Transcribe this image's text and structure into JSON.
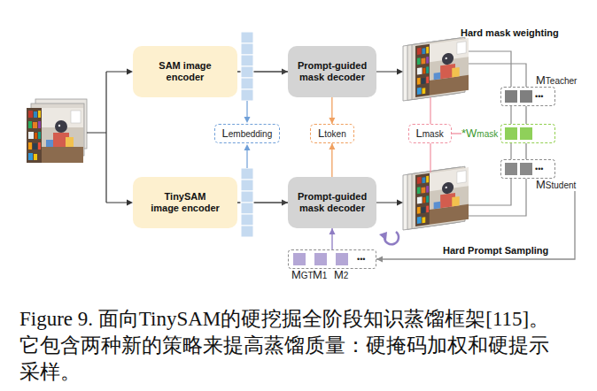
{
  "diagram": {
    "caption": "Figure 9. 面向TinySAM的硬挖掘全阶段知识蒸馏框架[115]。它包含两种新的策略来提高蒸馏质量：硬掩码加权和硬提示采样。",
    "nodes": [
      {
        "text": [
          "SAM image encoder"
        ]
      },
      {
        "text": [
          "Prompt-guided mask decoder"
        ]
      },
      {
        "text": [
          "MTeacher",
          "•••"
        ]
      },
      {
        "text": [
          "Lembedding"
        ]
      },
      {
        "text": [
          "Ltoken"
        ]
      },
      {
        "text": [
          "Lmask"
        ]
      },
      {
        "text": [
          "*Wmask"
        ]
      },
      {
        "text": [
          "TinySAM image encoder"
        ]
      },
      {
        "text": [
          "Prompt-guided mask decoder"
        ]
      },
      {
        "text": [
          "•••",
          "MStudent"
        ]
      },
      {
        "text": [
          "MGT",
          "M1",
          "M2",
          "•••"
        ]
      }
    ],
    "edges": [
      {
        "from": 0,
        "to": 1,
        "arrow": "to"
      },
      {
        "from": 7,
        "to": 8,
        "arrow": "to"
      },
      {
        "from": 1,
        "to": 4,
        "arrow": "to"
      },
      {
        "from": 8,
        "to": 4,
        "arrow": "to"
      },
      {
        "from": 5,
        "to": 6,
        "arrow": "none"
      },
      {
        "from": 2,
        "to": 6,
        "arrow": "none"
      },
      {
        "from": 9,
        "to": 6,
        "arrow": "none"
      },
      {
        "from": 9,
        "to": 10,
        "arrow": "to"
      },
      {
        "from": 10,
        "to": 8,
        "arrow": "to"
      }
    ],
    "labels": [
      "Hard mask weighting",
      "Hard Prompt Sampling"
    ]
  }
}
